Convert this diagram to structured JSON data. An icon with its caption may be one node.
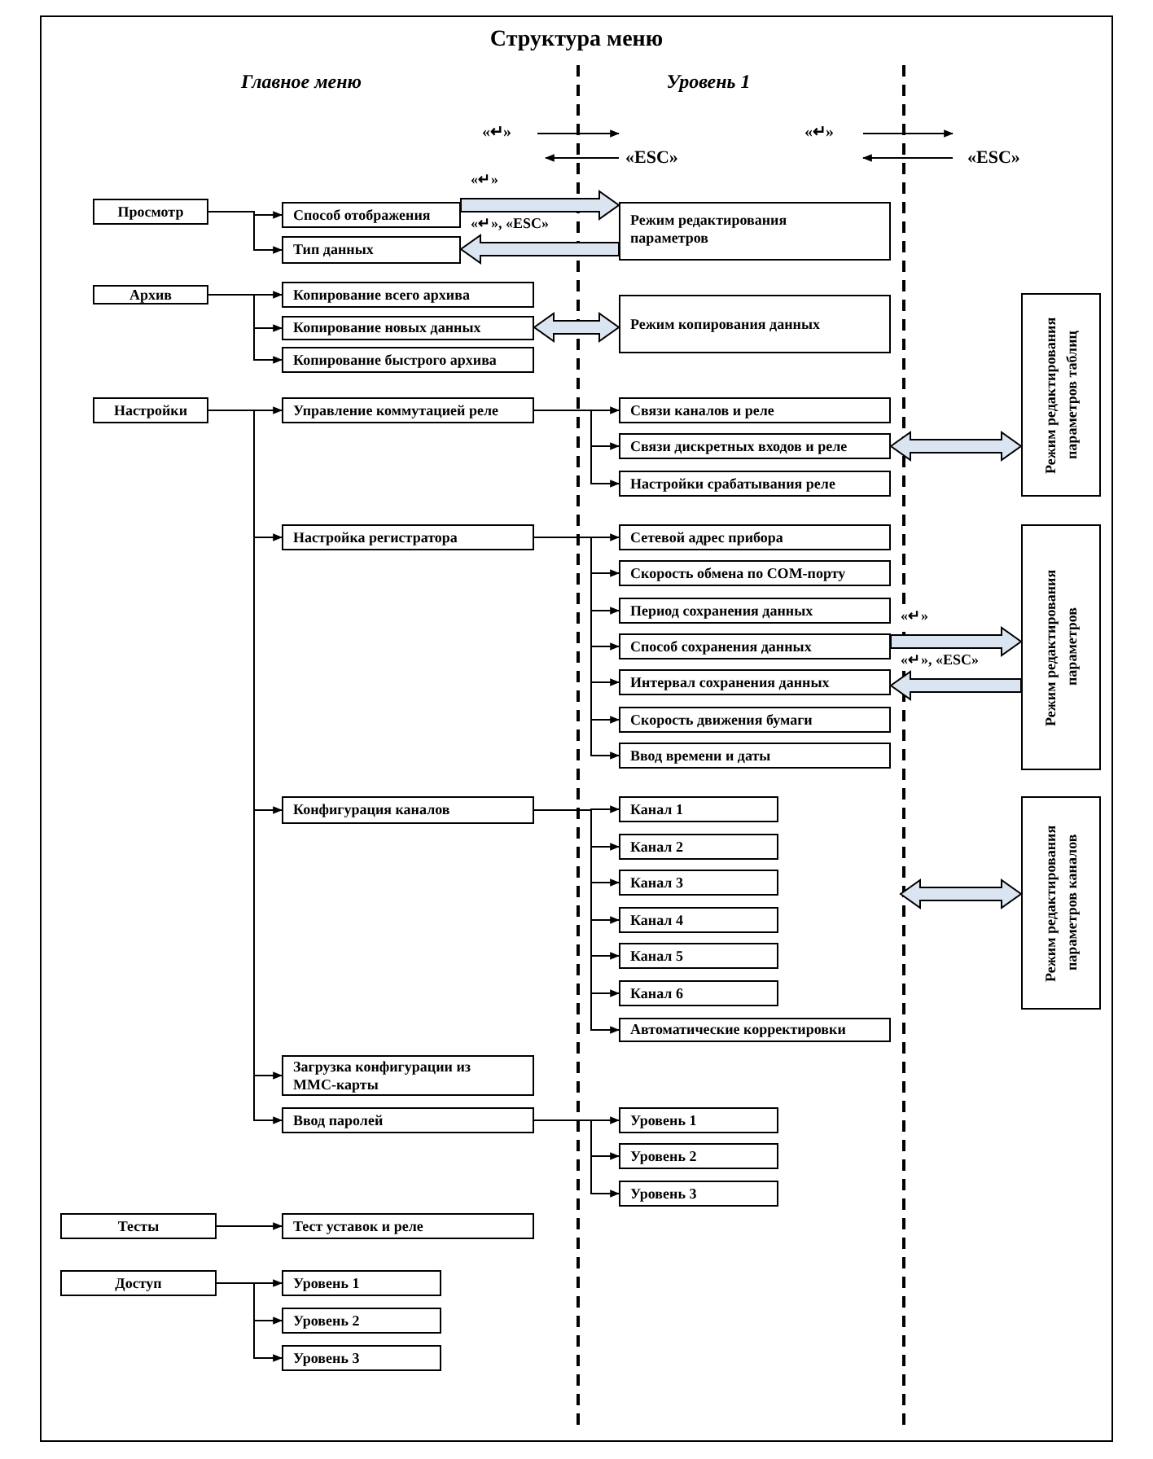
{
  "diagram": {
    "title": "Структура меню",
    "nodes": [
      {
        "text": [
          "Просмотр"
        ]
      },
      {
        "text": [
          "Способ отображения"
        ]
      },
      {
        "text": [
          "Тип данных"
        ]
      },
      {
        "text": [
          "Режим редактирования параметров"
        ]
      },
      {
        "text": [
          "Архив"
        ]
      },
      {
        "text": [
          "Копирование всего архива"
        ]
      },
      {
        "text": [
          "Копирование новых данных"
        ]
      },
      {
        "text": [
          "Копирование быстрого архива"
        ]
      },
      {
        "text": [
          "Режим копирования данных"
        ]
      },
      {
        "text": [
          "Настройки"
        ]
      },
      {
        "text": [
          "Управление коммутацией реле"
        ]
      },
      {
        "text": [
          "Связи каналов и реле"
        ]
      },
      {
        "text": [
          "Связи дискретных входов и реле"
        ]
      },
      {
        "text": [
          "Настройки срабатывания реле"
        ]
      },
      {
        "text": [
          "Режим редактирования параметров таблиц"
        ]
      },
      {
        "text": [
          "Настройка регистратора"
        ]
      },
      {
        "text": [
          "Сетевой адрес прибора"
        ]
      },
      {
        "text": [
          "Скорость обмена по COM-порту"
        ]
      },
      {
        "text": [
          "Период сохранения данных"
        ]
      },
      {
        "text": [
          "Способ сохранения данных"
        ]
      },
      {
        "text": [
          "Интервал сохранения данных"
        ]
      },
      {
        "text": [
          "Скорость движения бумаги"
        ]
      },
      {
        "text": [
          "Ввод времени и даты"
        ]
      },
      {
        "text": [
          "Режим редактирования параметров"
        ]
      },
      {
        "text": [
          "Конфигурация каналов"
        ]
      },
      {
        "text": [
          "Канал 1"
        ]
      },
      {
        "text": [
          "Канал 2"
        ]
      },
      {
        "text": [
          "Канал 3"
        ]
      },
      {
        "text": [
          "Канал 4"
        ]
      },
      {
        "text": [
          "Канал 5"
        ]
      },
      {
        "text": [
          "Канал 6"
        ]
      },
      {
        "text": [
          "Автоматические корректировки"
        ]
      },
      {
        "text": [
          "Режим редактирования параметров каналов"
        ]
      },
      {
        "text": [
          "Загрузка конфигурации из MMC-карты"
        ]
      },
      {
        "text": [
          "Ввод паролей"
        ]
      },
      {
        "text": [
          "Уровень 1"
        ]
      },
      {
        "text": [
          "Уровень 2"
        ]
      },
      {
        "text": [
          "Уровень 3"
        ]
      },
      {
        "text": [
          "Тесты"
        ]
      },
      {
        "text": [
          "Тест уставок и реле"
        ]
      },
      {
        "text": [
          "Доступ"
        ]
      },
      {
        "text": [
          "Уровень 1"
        ]
      },
      {
        "text": [
          "Уровень 2"
        ]
      },
      {
        "text": [
          "Уровень 3"
        ]
      }
    ],
    "edges": [
      {
        "from": 0,
        "to": 1,
        "arrow": "to"
      },
      {
        "from": 0,
        "to": 2,
        "arrow": "to"
      },
      {
        "from": 1,
        "to": 3,
        "arrow": "to",
        "label": "«↵»",
        "style": "thick",
        "color": "#dbe5f1"
      },
      {
        "from": 3,
        "to": 2,
        "arrow": "to",
        "label": "«↵», «ESC»",
        "style": "thick",
        "color": "#dbe5f1"
      },
      {
        "from": 4,
        "to": 5,
        "arrow": "to"
      },
      {
        "from": 4,
        "to": 6,
        "arrow": "to"
      },
      {
        "from": 4,
        "to": 7,
        "arrow": "to"
      },
      {
        "from": 6,
        "to": 8,
        "arrow": "both",
        "style": "thick",
        "color": "#dbe5f1"
      },
      {
        "from": 9,
        "to": 10,
        "arrow": "to"
      },
      {
        "from": 9,
        "to": 15,
        "arrow": "to"
      },
      {
        "from": 9,
        "to": 24,
        "arrow": "to"
      },
      {
        "from": 9,
        "to": 33,
        "arrow": "to"
      },
      {
        "from": 9,
        "to": 34,
        "arrow": "to"
      },
      {
        "from": 10,
        "to": 11,
        "arrow": "to"
      },
      {
        "from": 10,
        "to": 12,
        "arrow": "to"
      },
      {
        "from": 10,
        "to": 13,
        "arrow": "to"
      },
      {
        "from": 12,
        "to": 14,
        "arrow": "both",
        "style": "thick",
        "color": "#dbe5f1"
      },
      {
        "from": 15,
        "to": 16,
        "arrow": "to"
      },
      {
        "from": 15,
        "to": 17,
        "arrow": "to"
      },
      {
        "from": 15,
        "to": 18,
        "arrow": "to"
      },
      {
        "from": 15,
        "to": 19,
        "arrow": "to"
      },
      {
        "from": 15,
        "to": 20,
        "arrow": "to"
      },
      {
        "from": 15,
        "to": 21,
        "arrow": "to"
      },
      {
        "from": 15,
        "to": 22,
        "arrow": "to"
      },
      {
        "from": 19,
        "to": 23,
        "arrow": "to",
        "label": "«↵»",
        "style": "thick",
        "color": "#dbe5f1"
      },
      {
        "from": 23,
        "to": 20,
        "arrow": "to",
        "label": "«↵», «ESC»",
        "style": "thick",
        "color": "#dbe5f1"
      },
      {
        "from": 24,
        "to": 25,
        "arrow": "to"
      },
      {
        "from": 24,
        "to": 26,
        "arrow": "to"
      },
      {
        "from": 24,
        "to": 27,
        "arrow": "to"
      },
      {
        "from": 24,
        "to": 28,
        "arrow": "to"
      },
      {
        "from": 24,
        "to": 29,
        "arrow": "to"
      },
      {
        "from": 24,
        "to": 30,
        "arrow": "to"
      },
      {
        "from": 24,
        "to": 31,
        "arrow": "to"
      },
      {
        "from": null,
        "to": 32,
        "arrow": "both",
        "style": "thick",
        "color": "#dbe5f1"
      },
      {
        "from": 34,
        "to": 35,
        "arrow": "to"
      },
      {
        "from": 34,
        "to": 36,
        "arrow": "to"
      },
      {
        "from": 34,
        "to": 37,
        "arrow": "to"
      },
      {
        "from": 38,
        "to": 39,
        "arrow": "to"
      },
      {
        "from": 40,
        "to": 41,
        "arrow": "to"
      },
      {
        "from": 40,
        "to": 42,
        "arrow": "to"
      },
      {
        "from": 40,
        "to": 43,
        "arrow": "to"
      }
    ],
    "labels": [
      "Главное меню",
      "Уровень 1",
      "«↵»",
      "«↵»",
      "«ESC»",
      "«ESC»"
    ]
  }
}
